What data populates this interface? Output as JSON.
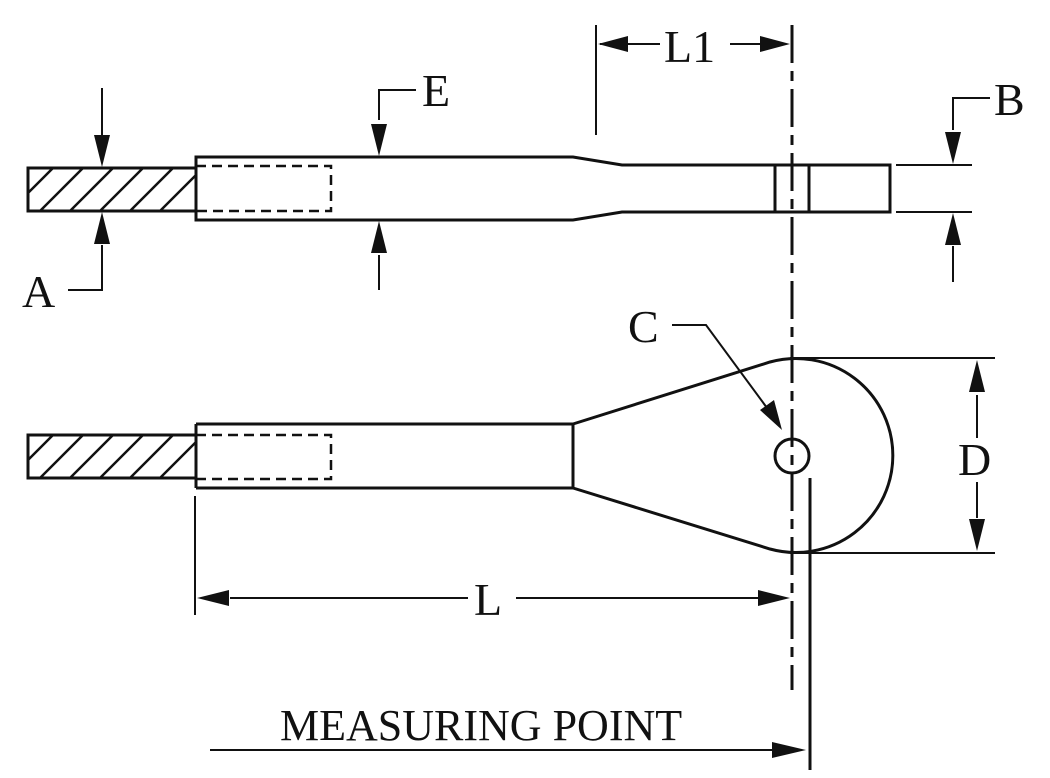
{
  "labels": {
    "a": "A",
    "b": "B",
    "c": "C",
    "d": "D",
    "e": "E",
    "l": "L",
    "l1": "L1",
    "measuring_point": "MEASURING POINT"
  }
}
